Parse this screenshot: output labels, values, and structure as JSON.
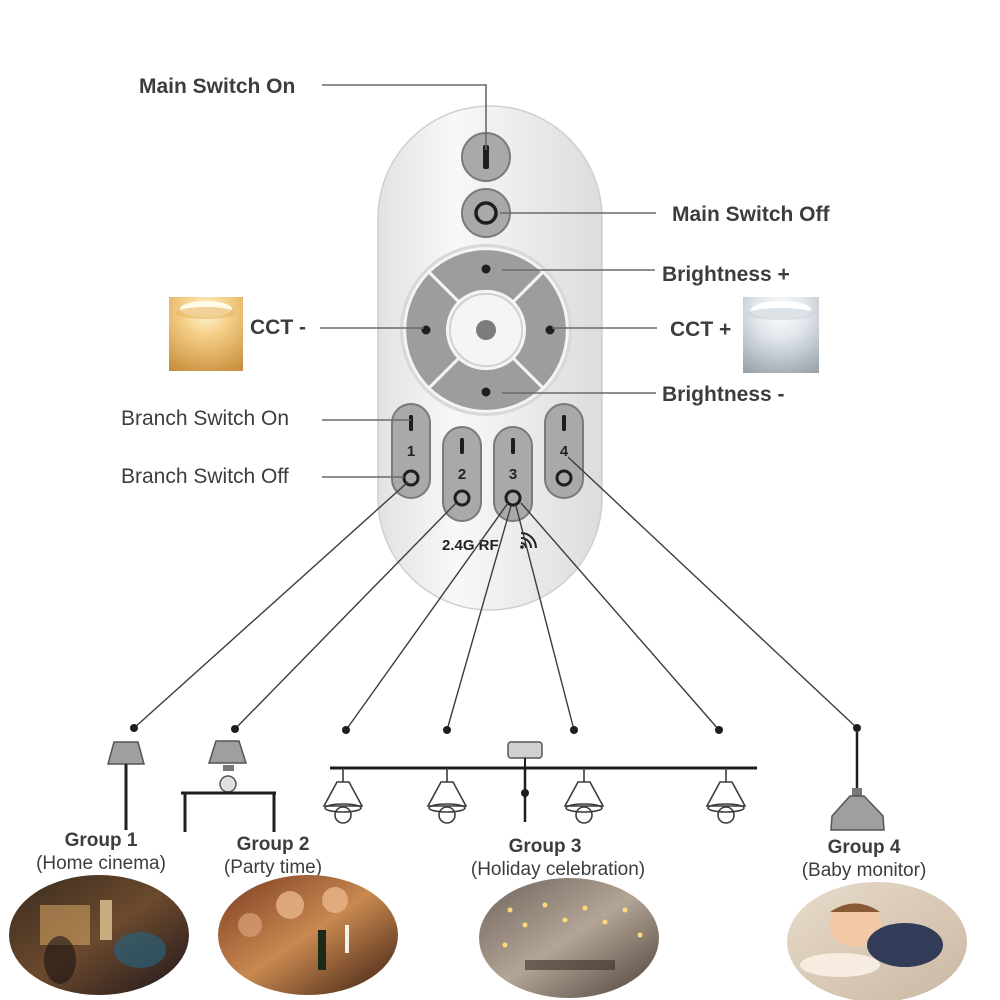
{
  "remote": {
    "rf_label": "2.4G RF",
    "branch_numbers": [
      "1",
      "2",
      "3",
      "4"
    ]
  },
  "labels": {
    "main_on": "Main Switch On",
    "main_off": "Main Switch Off",
    "brightness_plus": "Brightness +",
    "brightness_minus": "Brightness -",
    "cct_minus": "CCT -",
    "cct_plus": "CCT +",
    "branch_on": "Branch Switch On",
    "branch_off": "Branch Switch Off"
  },
  "groups": [
    {
      "title": "Group 1",
      "subtitle": "(Home cinema)"
    },
    {
      "title": "Group 2",
      "subtitle": "(Party time)"
    },
    {
      "title": "Group 3",
      "subtitle": "(Holiday celebration)"
    },
    {
      "title": "Group 4",
      "subtitle": "(Baby monitor)"
    }
  ],
  "colors": {
    "remote_body": "#f4f4f4",
    "button_gray": "#9a9a9a",
    "line": "#555555",
    "warm_light": "#f2c46a",
    "cool_light": "#e8eef2"
  }
}
